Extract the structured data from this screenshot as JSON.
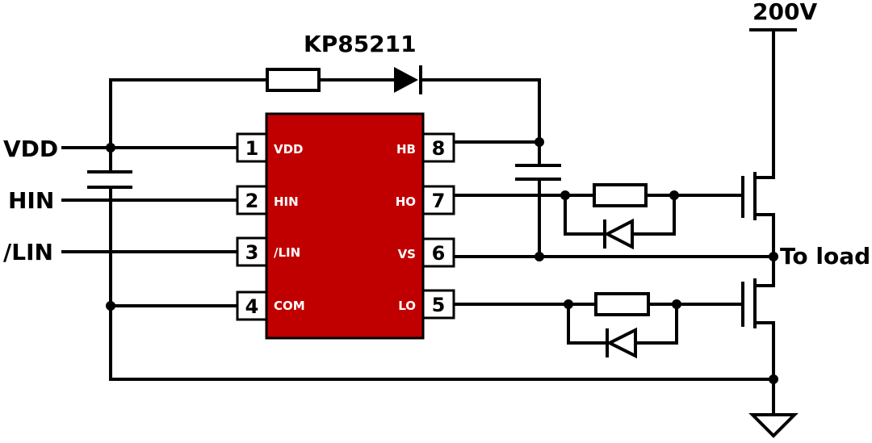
{
  "chip": {
    "name": "KP85211",
    "color": "#c00000",
    "pins": [
      {
        "num": "1",
        "name": "VDD"
      },
      {
        "num": "2",
        "name": "HIN"
      },
      {
        "num": "3",
        "name": "/LIN"
      },
      {
        "num": "4",
        "name": "COM"
      },
      {
        "num": "5",
        "name": "LO"
      },
      {
        "num": "6",
        "name": "VS"
      },
      {
        "num": "7",
        "name": "HO"
      },
      {
        "num": "8",
        "name": "HB"
      }
    ]
  },
  "inputs": {
    "vdd": "VDD",
    "hin": "HIN",
    "lin": "/LIN"
  },
  "supply": "200V",
  "output": "To load"
}
